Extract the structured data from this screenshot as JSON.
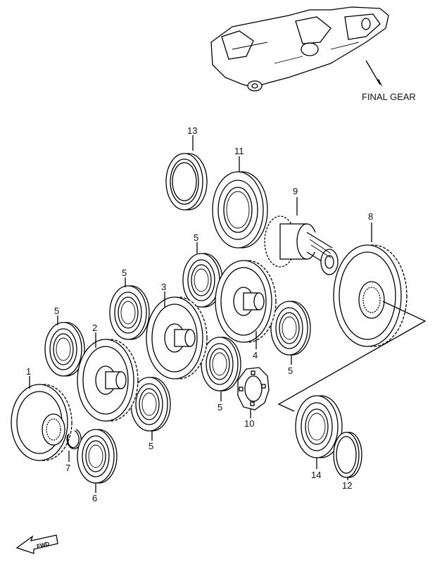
{
  "callouts": {
    "final_gear": "FINAL GEAR",
    "p1": "1",
    "p2": "2",
    "p3": "3",
    "p4": "4",
    "p5a": "5",
    "p5b": "5",
    "p5c": "5",
    "p5d": "5",
    "p5e": "5",
    "p5f": "5",
    "p6": "6",
    "p7": "7",
    "p8": "8",
    "p9": "9",
    "p10": "10",
    "p11": "11",
    "p12": "12",
    "p13": "13",
    "p14": "14"
  },
  "forward_badge": "FWD",
  "colors": {
    "line": "#000000",
    "background": "#ffffff"
  }
}
